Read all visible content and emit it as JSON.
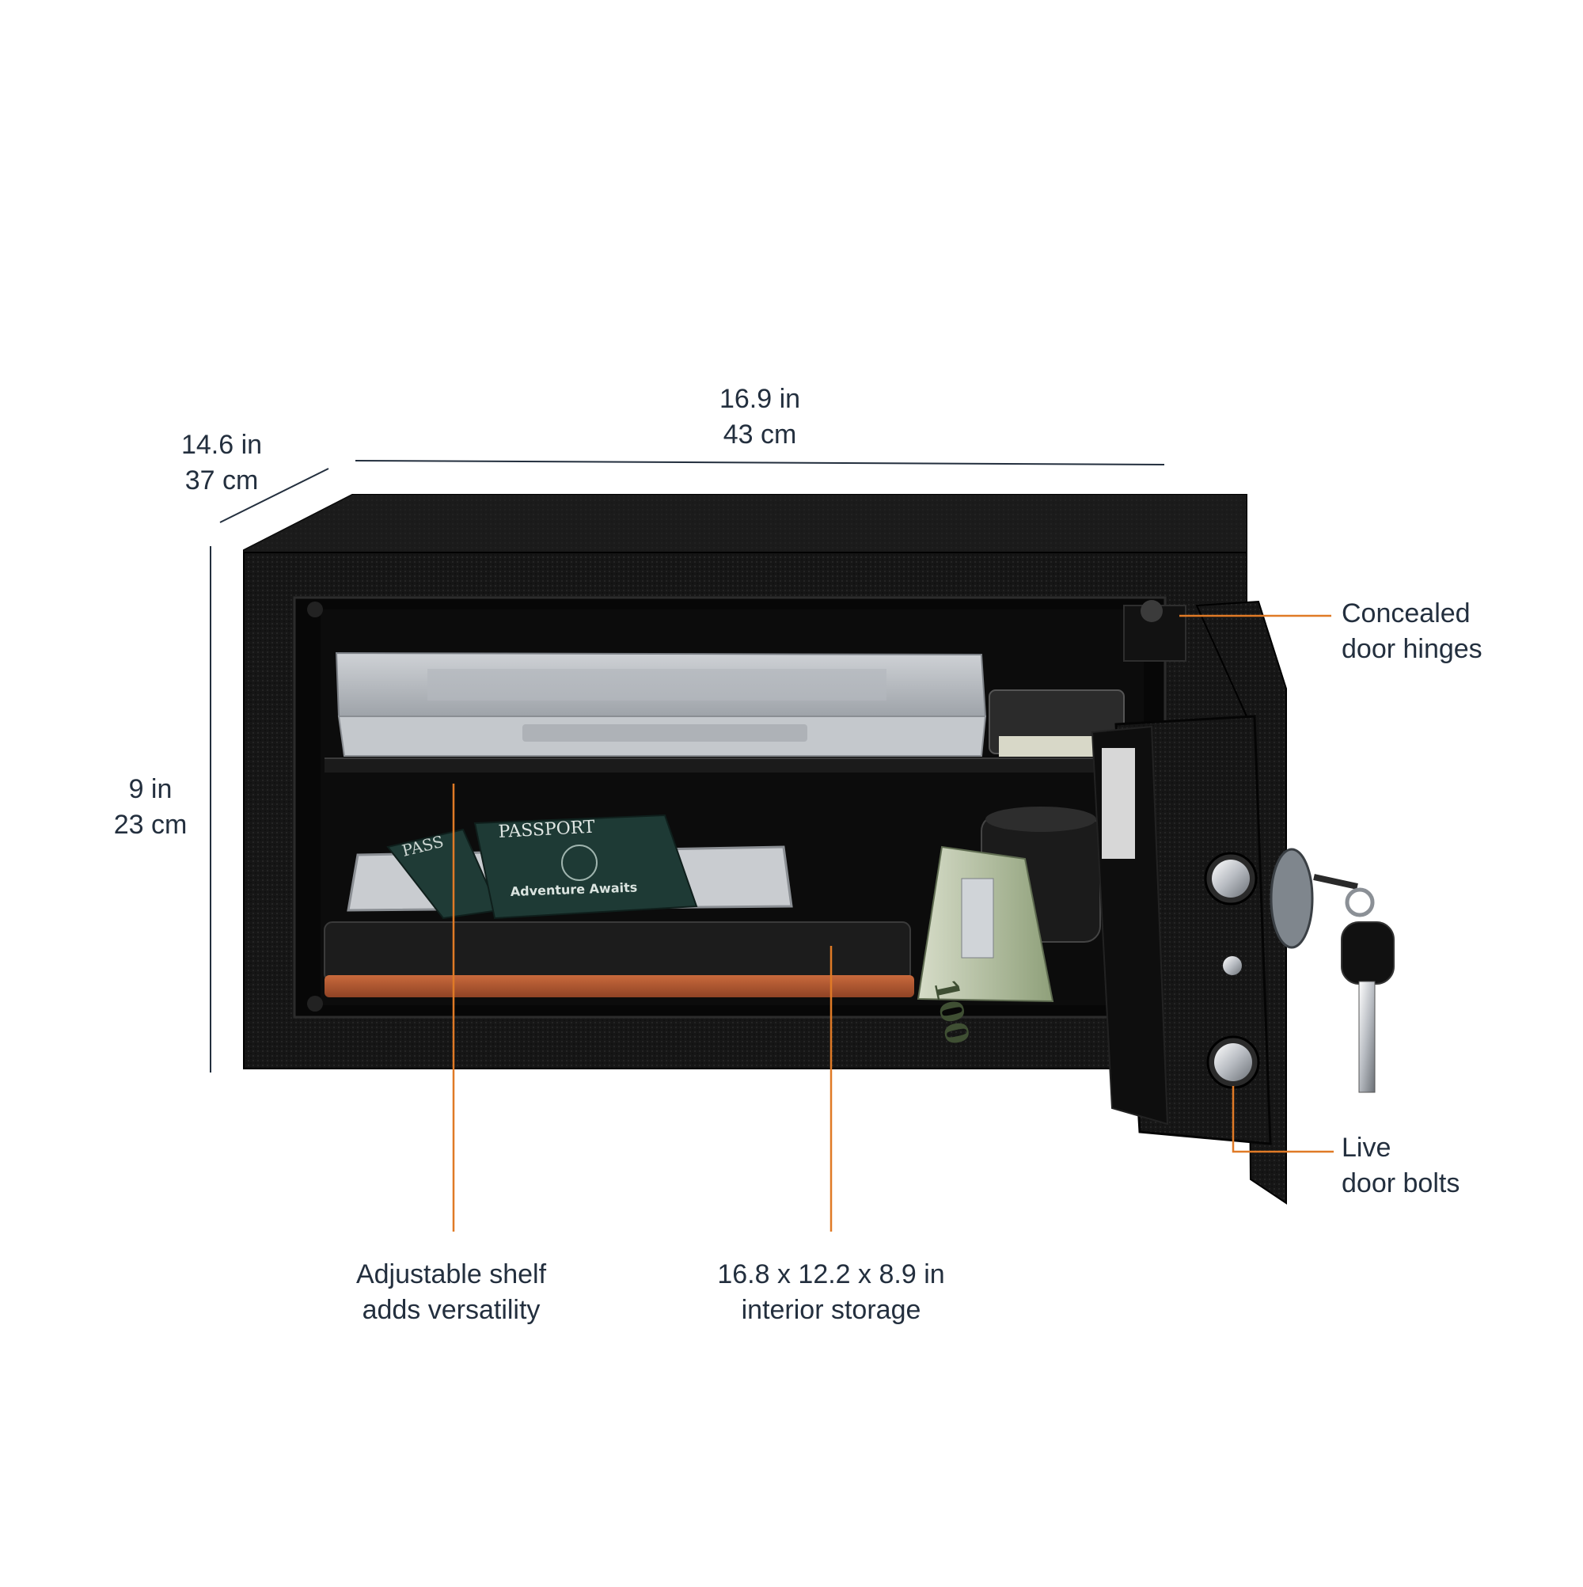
{
  "product_image": {
    "description_colors": {
      "safe_body": "#141414",
      "accent_line": "#e07a26",
      "dimension_line": "#232f3e",
      "label_text": "#232f3e"
    },
    "dimensions": {
      "width": {
        "imperial": "16.9  in",
        "metric": "43 cm"
      },
      "depth": {
        "imperial": "14.6  in",
        "metric": "37 cm"
      },
      "height": {
        "imperial": "9  in",
        "metric": "23 cm"
      }
    },
    "callouts": {
      "hinges": {
        "line1": "Concealed",
        "line2": "door hinges"
      },
      "bolts": {
        "line1": "Live",
        "line2": "door bolts"
      },
      "shelf": {
        "line1": "Adjustable shelf",
        "line2": "adds versatility"
      },
      "interior": {
        "line1": "16.8 x 12.2 x 8.9 in",
        "line2": "interior storage"
      }
    },
    "contents": {
      "passport_front": {
        "title": "PASSPORT",
        "tagline": "Adventure Awaits"
      },
      "passport_back": {
        "title": "PASS"
      },
      "banknote_value": "100"
    }
  }
}
